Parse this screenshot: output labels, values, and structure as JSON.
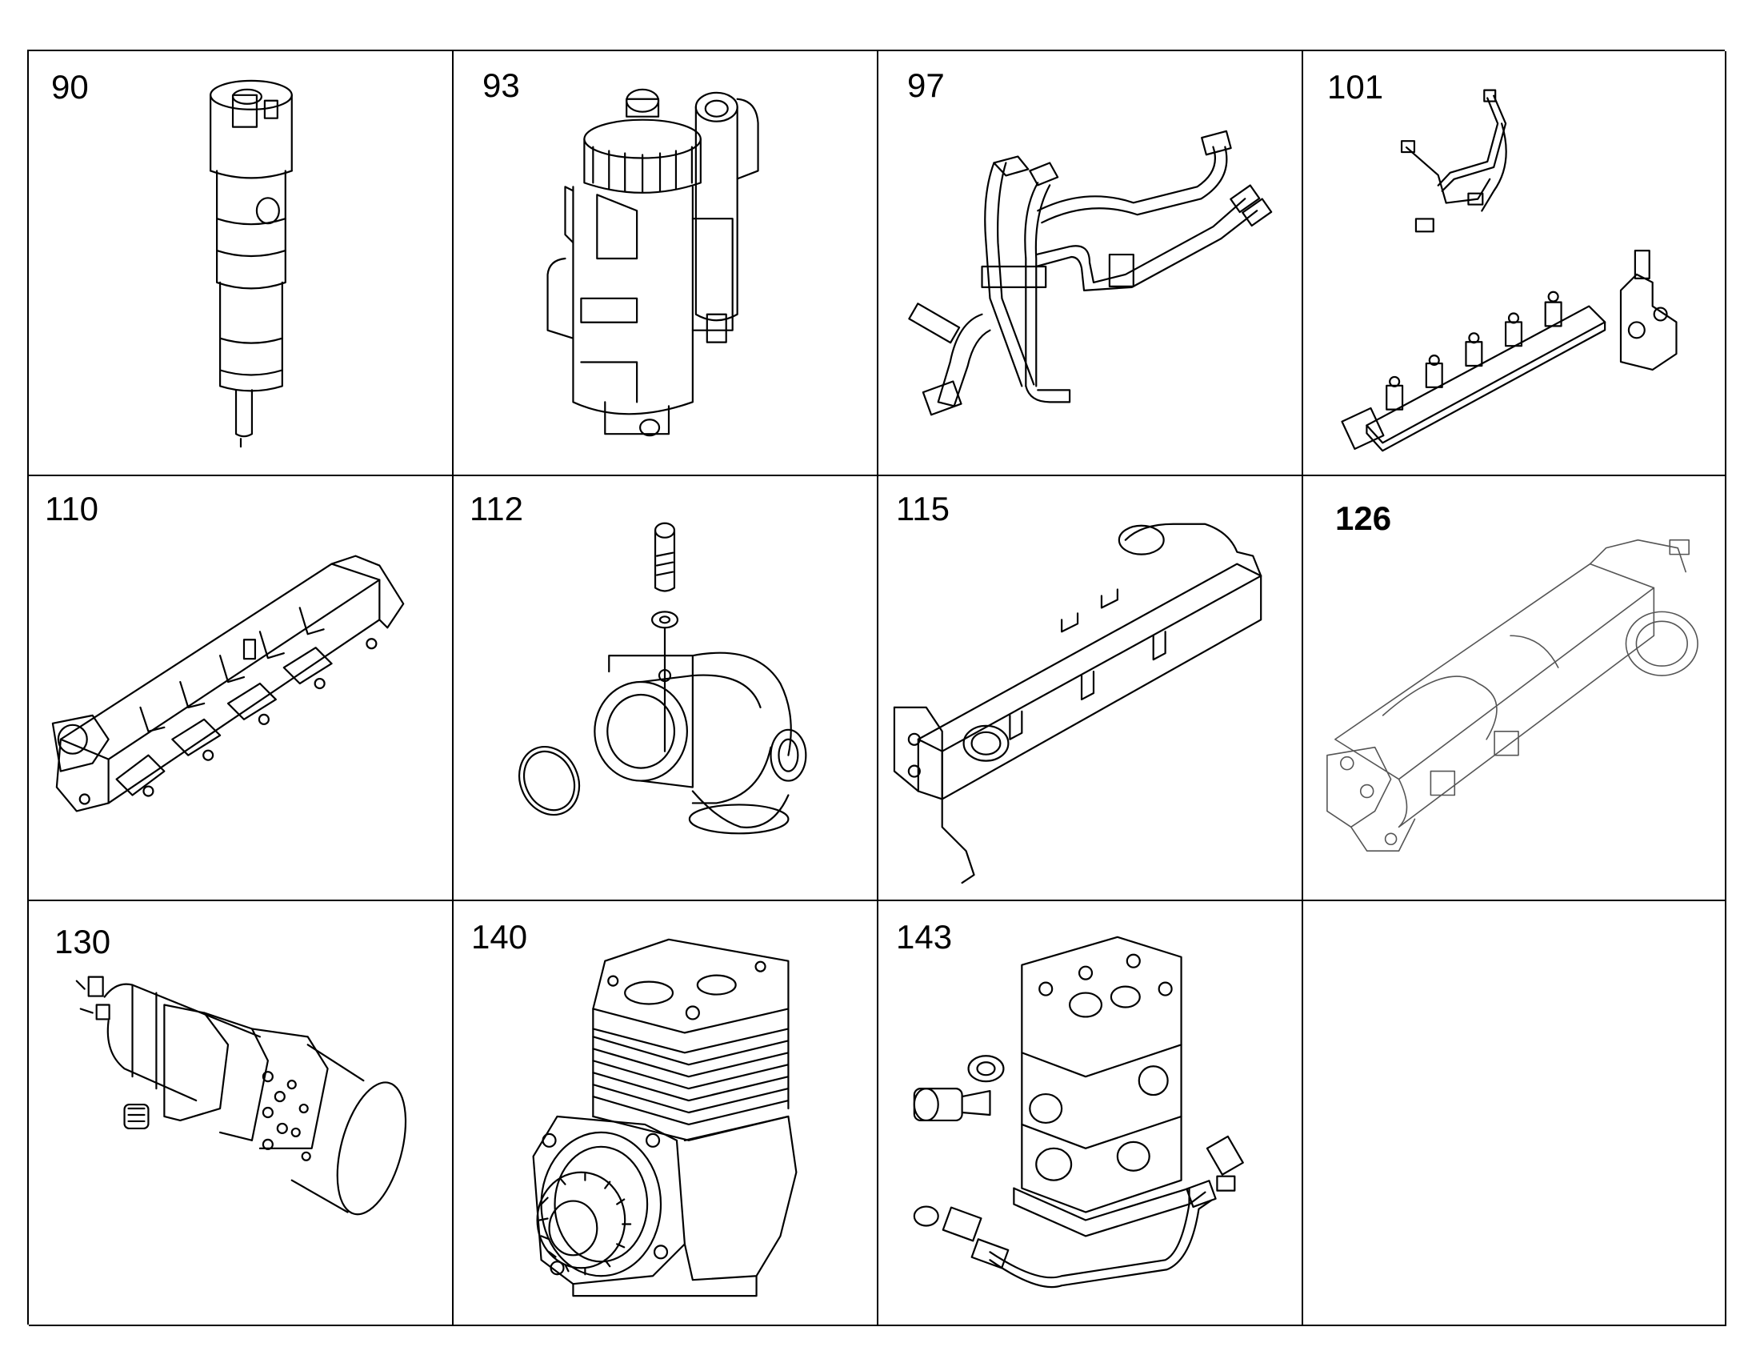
{
  "parts": [
    {
      "number": "90",
      "icon": "fuel-injector-icon"
    },
    {
      "number": "93",
      "icon": "fuel-filter-housing-icon"
    },
    {
      "number": "97",
      "icon": "fuel-pipes-icon"
    },
    {
      "number": "101",
      "icon": "fuel-rail-icon"
    },
    {
      "number": "110",
      "icon": "intake-manifold-icon"
    },
    {
      "number": "112",
      "icon": "elbow-connector-icon"
    },
    {
      "number": "115",
      "icon": "exhaust-manifold-icon"
    },
    {
      "number": "126",
      "icon": "egr-cooler-icon"
    },
    {
      "number": "130",
      "icon": "solenoid-valve-icon"
    },
    {
      "number": "140",
      "icon": "air-compressor-icon"
    },
    {
      "number": "143",
      "icon": "air-compressor-fittings-icon"
    }
  ]
}
